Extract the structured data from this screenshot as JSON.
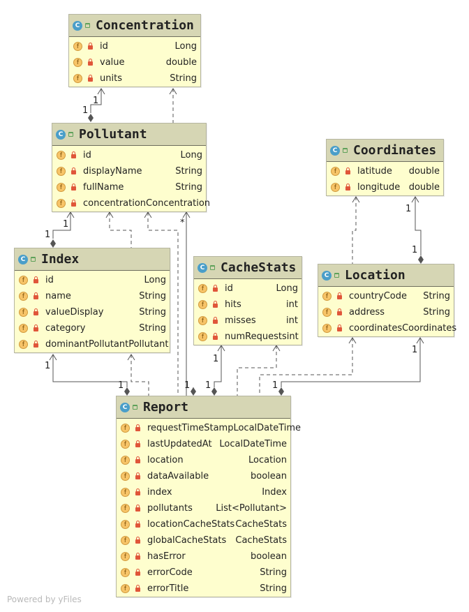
{
  "classes": {
    "concentration": {
      "name": "Concentration",
      "fields": [
        {
          "name": "id",
          "type": "Long"
        },
        {
          "name": "value",
          "type": "double"
        },
        {
          "name": "units",
          "type": "String"
        }
      ]
    },
    "pollutant": {
      "name": "Pollutant",
      "fields": [
        {
          "name": "id",
          "type": "Long"
        },
        {
          "name": "displayName",
          "type": "String"
        },
        {
          "name": "fullName",
          "type": "String"
        },
        {
          "name": "concentration",
          "type": "Concentration"
        }
      ]
    },
    "coordinates": {
      "name": "Coordinates",
      "fields": [
        {
          "name": "latitude",
          "type": "double"
        },
        {
          "name": "longitude",
          "type": "double"
        }
      ]
    },
    "index": {
      "name": "Index",
      "fields": [
        {
          "name": "id",
          "type": "Long"
        },
        {
          "name": "name",
          "type": "String"
        },
        {
          "name": "valueDisplay",
          "type": "String"
        },
        {
          "name": "category",
          "type": "String"
        },
        {
          "name": "dominantPollutant",
          "type": "Pollutant"
        }
      ]
    },
    "cachestats": {
      "name": "CacheStats",
      "fields": [
        {
          "name": "id",
          "type": "Long"
        },
        {
          "name": "hits",
          "type": "int"
        },
        {
          "name": "misses",
          "type": "int"
        },
        {
          "name": "numRequests",
          "type": "int"
        }
      ]
    },
    "location": {
      "name": "Location",
      "fields": [
        {
          "name": "countryCode",
          "type": "String"
        },
        {
          "name": "address",
          "type": "String"
        },
        {
          "name": "coordinates",
          "type": "Coordinates"
        }
      ]
    },
    "report": {
      "name": "Report",
      "fields": [
        {
          "name": "requestTimeStamp",
          "type": "LocalDateTime"
        },
        {
          "name": "lastUpdatedAt",
          "type": "LocalDateTime"
        },
        {
          "name": "location",
          "type": "Location"
        },
        {
          "name": "dataAvailable",
          "type": "boolean"
        },
        {
          "name": "index",
          "type": "Index"
        },
        {
          "name": "pollutants",
          "type": "List<Pollutant>"
        },
        {
          "name": "locationCacheStats",
          "type": "CacheStats"
        },
        {
          "name": "globalCacheStats",
          "type": "CacheStats"
        },
        {
          "name": "hasError",
          "type": "boolean"
        },
        {
          "name": "errorCode",
          "type": "String"
        },
        {
          "name": "errorTitle",
          "type": "String"
        }
      ]
    }
  },
  "multiplicities": {
    "conc_pollutant_a": "1",
    "conc_pollutant_b": "1",
    "pollutant_index_a": "1",
    "pollutant_index_b": "1",
    "pollutants_star": "*",
    "pollutants_one": "1",
    "coord_loc_a": "1",
    "coord_loc_b": "1",
    "index_report_a": "1",
    "index_report_b": "1",
    "cache_report_a": "1",
    "cache_report_b": "1",
    "loc_report_a": "1",
    "loc_report_b": "1"
  },
  "icons": {
    "class_letter": "C",
    "field_letter": "f"
  },
  "watermark": "Powered by yFiles"
}
